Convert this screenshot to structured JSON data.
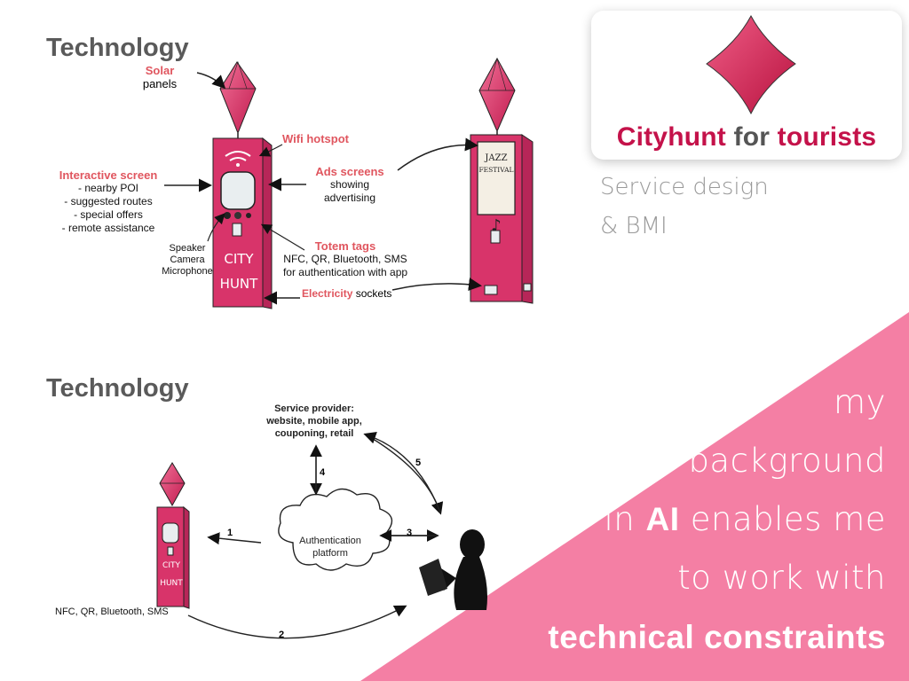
{
  "top_section": {
    "title": "Technology",
    "labels": {
      "solar_red": "Solar",
      "solar_black": "panels",
      "wifi": "Wifi hotspot",
      "interactive_title": "Interactive screen",
      "interactive_items": [
        "- nearby POI",
        "- suggested routes",
        "- special offers",
        "- remote assistance"
      ],
      "ads_title": "Ads screens",
      "ads_desc": [
        "showing",
        "advertising"
      ],
      "speaker_lines": [
        "Speaker",
        "Camera",
        "Microphone"
      ],
      "totem_title": "Totem tags",
      "totem_desc": [
        "NFC, QR, Bluetooth, SMS",
        "for authentication with app"
      ],
      "electricity_red": "Electricity",
      "electricity_black": "sockets"
    },
    "totem_text": [
      "CITY",
      "HUNT"
    ],
    "festival_text": [
      "JAZZ",
      "FESTIVAL"
    ]
  },
  "bottom_section": {
    "title": "Technology",
    "service_provider": [
      "Service provider:",
      "website, mobile app,",
      "couponing, retail"
    ],
    "cloud_label": [
      "Authentication",
      "platform"
    ],
    "channels_label": "NFC, QR, Bluetooth, SMS",
    "arrow_numbers": [
      "1",
      "2",
      "3",
      "4",
      "5"
    ],
    "totem_text": [
      "CITY",
      "HUNT"
    ]
  },
  "card": {
    "title_part1": "Cityhunt",
    "title_part2": "for",
    "title_part3": "tourists",
    "subtitle_line1": "Service design",
    "subtitle_line2": "& BMI"
  },
  "pink_panel": {
    "line1": "my",
    "line2": "background",
    "line3_pre": "in",
    "line3_bold": "AI",
    "line3_post": "enables me",
    "line4": "to work with",
    "line5": "technical constraints"
  },
  "colors": {
    "accent_pink": "#f47fa4",
    "totem_pink": "#d8346a",
    "red_label": "#e0565f",
    "title_crimson": "#c4124a",
    "heading_gray": "#5a5a5a"
  }
}
